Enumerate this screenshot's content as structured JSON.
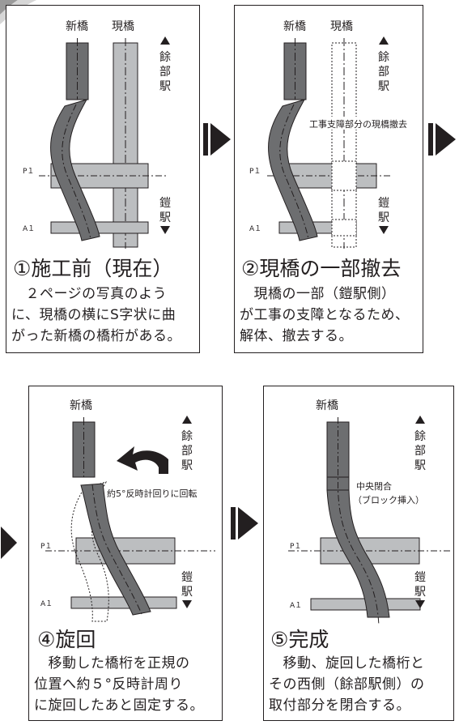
{
  "colors": {
    "new_bridge": "#6d6e70",
    "existing_bridge": "#bcbec0",
    "pier": "#bcbec0",
    "outline": "#231f20",
    "ink": "#231f20"
  },
  "labels": {
    "new_bridge": "新橋",
    "existing_bridge": "現橋",
    "station_top": [
      "餘",
      "部",
      "駅"
    ],
    "station_bottom": [
      "鎧",
      "駅"
    ],
    "pier_p1": "P１",
    "abutment_a1": "A１"
  },
  "panels": [
    {
      "title": "①施工前（現在）",
      "description": [
        "　２ページの写真のよう",
        "に、現橋の横にS字状に曲",
        "がった新橋の橋桁がある。"
      ]
    },
    {
      "title": "②現橋の一部撤去",
      "annotation": "工事支障部分の現橋撤去",
      "description": [
        "　現橋の一部（鎧駅側）",
        "が工事の支障となるため、",
        "解体、撤去する。"
      ]
    },
    {
      "title": "④旋回",
      "annotation": "約5°反時計回りに回転",
      "description": [
        "　移動した橋桁を正規の",
        "位置へ約５°反時計周り",
        "に旋回したあと固定する。"
      ]
    },
    {
      "title": "⑤完成",
      "annotation": [
        "中央閉合",
        "（ブロック挿入）"
      ],
      "description": [
        "　移動、旋回した橋桁と",
        "その西側（餘部駅側）の",
        "取付部分を閉合する。"
      ]
    }
  ]
}
